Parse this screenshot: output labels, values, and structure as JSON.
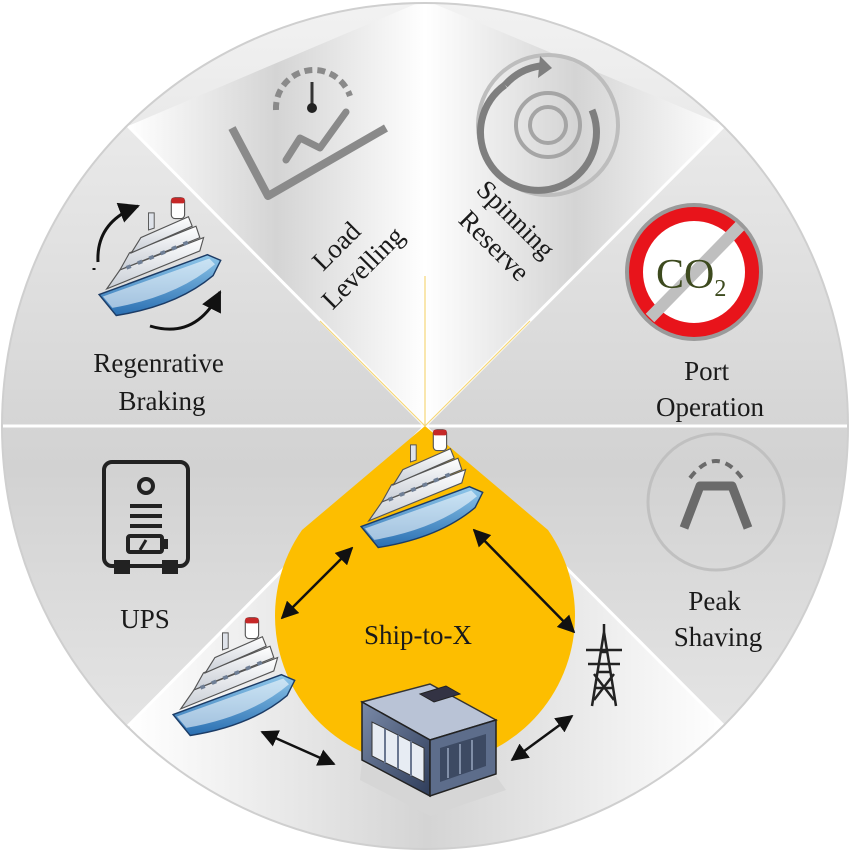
{
  "colors": {
    "hub": "#fdbe00",
    "no_sign": "#e8141b",
    "slash": "#bfbfbf",
    "rim": "#c8c8c8",
    "icon_dark": "#444444",
    "icon_light": "#8c8c8c"
  },
  "segments": [
    {
      "id": "load-levelling",
      "lines": [
        "Load",
        "Levelling"
      ],
      "icon": "speedometer-graph-icon"
    },
    {
      "id": "spinning-reserve",
      "lines": [
        "Spinning",
        "Reserve"
      ],
      "icon": "spinning-arrow-icon"
    },
    {
      "id": "port-operation",
      "lines": [
        "Port",
        "Operation"
      ],
      "icon": "no-co2-icon"
    },
    {
      "id": "peak-shaving",
      "lines": [
        "Peak",
        "Shaving"
      ],
      "icon": "peak-curve-icon"
    },
    {
      "id": "ship-to-x",
      "lines": [
        "Ship-to-X"
      ],
      "icon": "ship-grid-network-icon"
    },
    {
      "id": "ups",
      "lines": [
        "UPS"
      ],
      "icon": "ups-battery-icon"
    },
    {
      "id": "regenerative-braking",
      "lines": [
        "Regenrative",
        "Braking"
      ],
      "icon": "ship-cycle-arrows-icon"
    }
  ],
  "co2": {
    "main": "CO",
    "sub": "2"
  }
}
